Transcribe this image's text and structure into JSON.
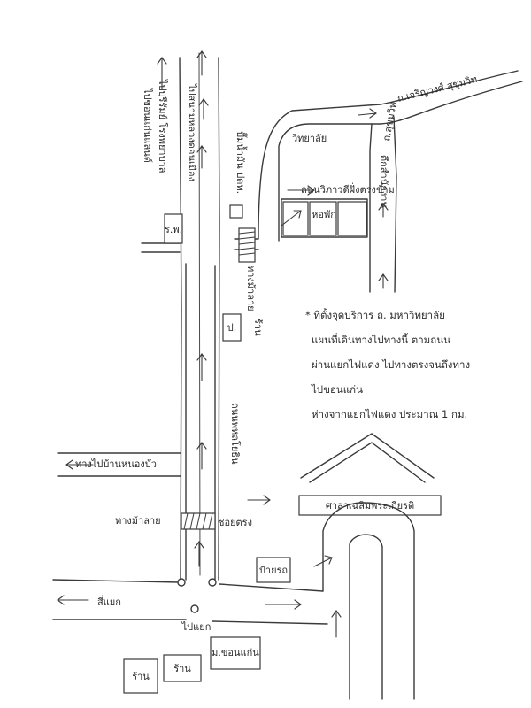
{
  "top_right_road": "ถ.เจริญวงศ์ สุขุมวิท",
  "left_labels": {
    "left_col_1": "ไปขอนแก่นแลนด์",
    "left_col_2": "ไปบุรีรัมย์ โรงพยาบาล",
    "main_col": "ไปสนามหลวงดอนเมือง",
    "small_box": "ร.พ."
  },
  "mid_labels": {
    "side_vertical": "ปั๊มน้ำมัน ปตท.",
    "side_box": "ป.",
    "shop_label": "ร้าน",
    "crosswalk_top": "ทางม้าลาย",
    "top_road_label": "ถนนวิภาวดีฝั่งตรงข้าม",
    "campus_top": "วิทยาลัย",
    "campus_box": "หอพัก",
    "campus_road": "ถ.สุขุมวิท",
    "building_vertical": "ตึกสำนักงาน",
    "lower_vertical": "ถนนพหลโยธิน"
  },
  "branch_labels": {
    "left_branch": "ทางไปบ้านหนองบัว",
    "crosswalk_bottom": "ทางม้าลาย",
    "right_of_crosswalk": "ซอยตรง",
    "gate": "ศาลาเฉลิมพระเกียรติ",
    "small_sign": "ป้ายรถ",
    "road_bottom_left": "ไปแยก",
    "intersection": "สี่แยก"
  },
  "bottom_boxes": [
    "ร้าน",
    "ร้าน",
    "ม.ขอนแก่น"
  ],
  "note": {
    "line1": "* ที่ตั้งจุดบริการ ถ. มหาวิทยาลัย",
    "line2": "แผนที่เดินทางไปทางนี้ ตามถนน",
    "line3": "ผ่านแยกไฟแดง ไปทางตรงจนถึงทาง",
    "line4": "ไปขอนแก่น",
    "line5": "ห่างจากแยกไฟแดง ประมาณ 1 กม."
  }
}
